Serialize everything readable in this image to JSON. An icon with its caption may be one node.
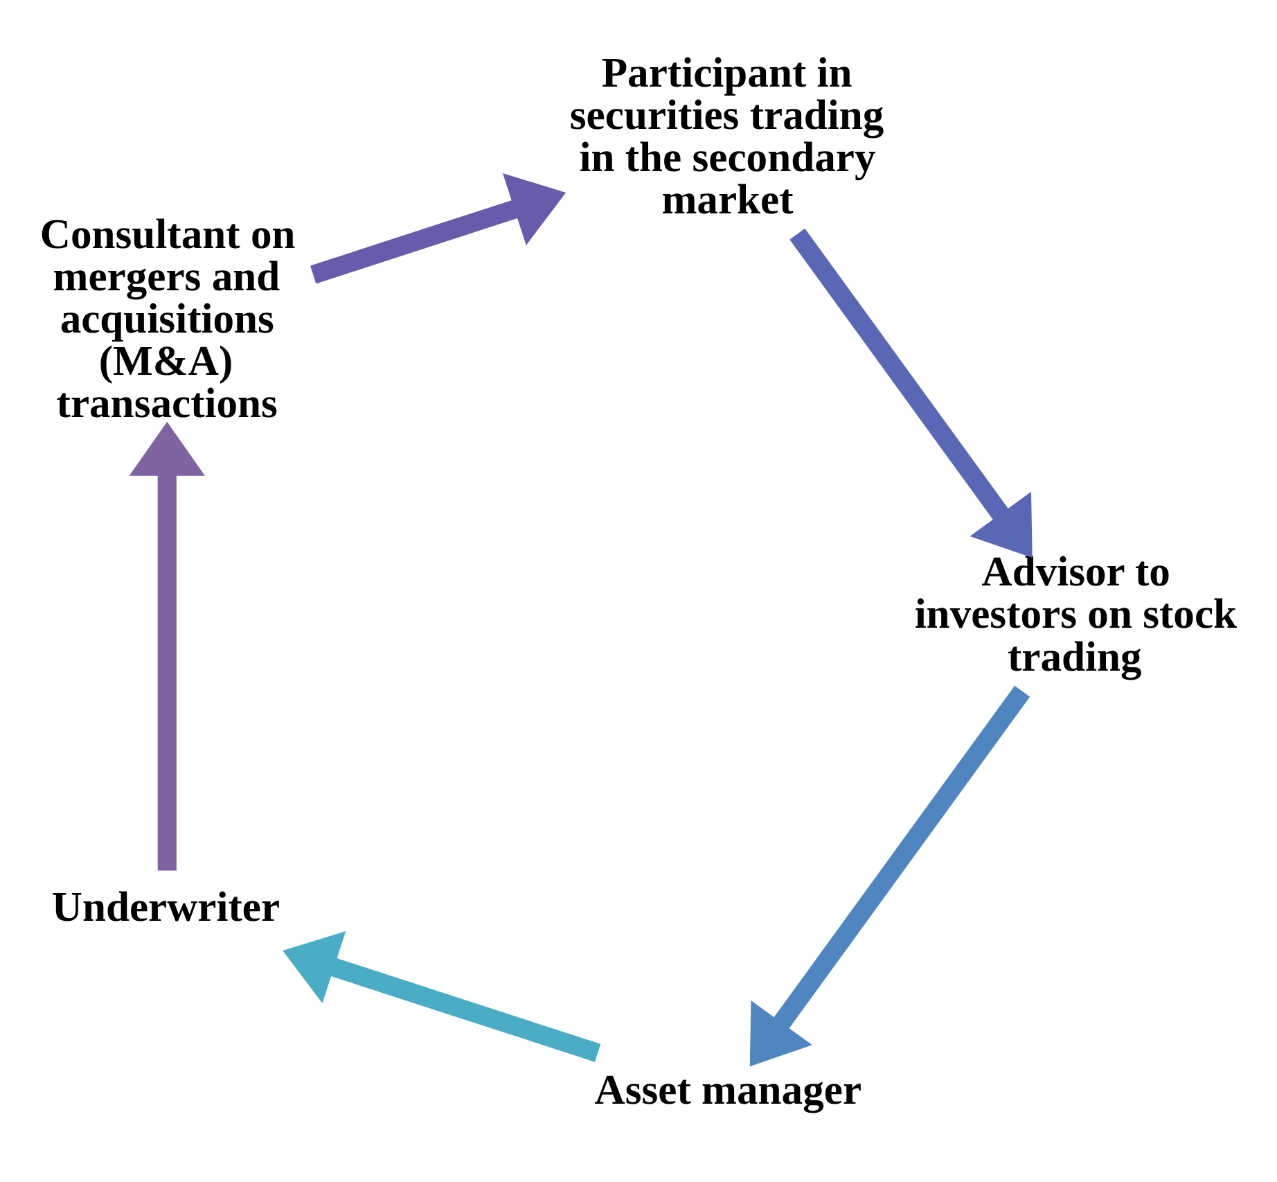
{
  "diagram": {
    "nodes": [
      {
        "text": [
          "Asset manager"
        ]
      },
      {
        "text": [
          "Underwriter"
        ]
      },
      {
        "text": [
          "Consultant on mergers and acquisitions (M&A) transactions"
        ]
      },
      {
        "text": [
          "Participant in securities trading in the secondary market"
        ]
      },
      {
        "text": [
          "Advisor to investors on stock trading"
        ]
      }
    ],
    "edges": [
      {
        "from": 0,
        "to": 1,
        "arrow": "to",
        "color": "#4bacc6"
      },
      {
        "from": 1,
        "to": 2,
        "arrow": "to",
        "color": "#8064a2"
      },
      {
        "from": 2,
        "to": 3,
        "arrow": "to",
        "color": "#6a5aab"
      },
      {
        "from": 3,
        "to": 4,
        "arrow": "to",
        "color": "#5a67b5"
      },
      {
        "from": 4,
        "to": 0,
        "arrow": "to",
        "color": "#4f86c0"
      }
    ]
  }
}
